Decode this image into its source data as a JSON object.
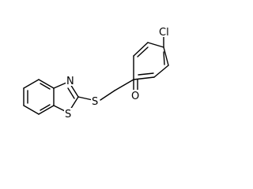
{
  "molecule": {
    "atoms": {
      "cl": "Cl",
      "o": "O",
      "s_thioether": "S",
      "n_ring": "N",
      "s_ring": "S"
    }
  }
}
